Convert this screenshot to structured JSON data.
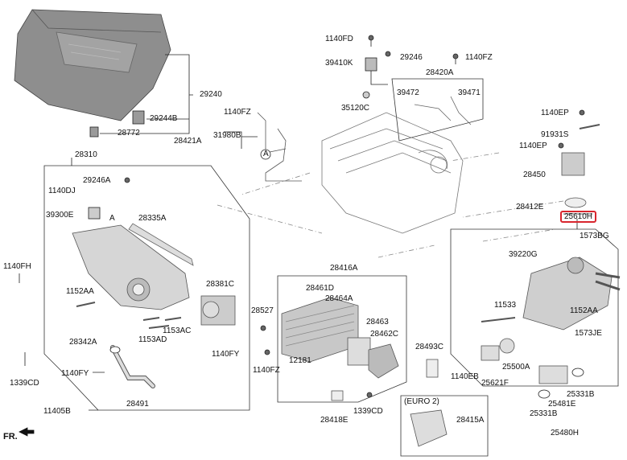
{
  "diagram": {
    "highlight_color": "#d8262e",
    "labels": {
      "p29240": "29240",
      "p29244B": "29244B",
      "p28772": "28772",
      "p1140FD": "1140FD",
      "p39410K": "39410K",
      "p29246": "29246",
      "p1140FZ_a": "1140FZ",
      "p28420A": "28420A",
      "p39472": "39472",
      "p39471": "39471",
      "p35120C": "35120C",
      "p1140FZ_b": "1140FZ",
      "p28421A": "28421A",
      "p31980B": "31980B",
      "p28310": "28310",
      "p29246A": "29246A",
      "p1140DJ": "1140DJ",
      "p39300E": "39300E",
      "p28335A": "28335A",
      "p1140FH": "1140FH",
      "p1152AA_a": "1152AA",
      "p28381C": "28381C",
      "p1153AC": "1153AC",
      "p1153AD": "1153AD",
      "p28342A": "28342A",
      "p1140FY_a": "1140FY",
      "p1140FY_b": "1140FY",
      "p1339CD_a": "1339CD",
      "p28491": "28491",
      "p11405B": "11405B",
      "p28416A": "28416A",
      "p28461D": "28461D",
      "p28464A": "28464A",
      "p28527": "28527",
      "p28463": "28463",
      "p28462C": "28462C",
      "p1140FZ_c": "1140FZ",
      "p12181": "12181",
      "p28493C": "28493C",
      "p28418E": "28418E",
      "p1339CD_b": "1339CD",
      "p1140EP_a": "1140EP",
      "p91931S": "91931S",
      "p1140EP_b": "1140EP",
      "p28450": "28450",
      "p28412E": "28412E",
      "p25610H": "25610H",
      "p1573BG": "1573BG",
      "p39220G": "39220G",
      "p11533": "11533",
      "p1152AA_b": "1152AA",
      "p1573JE": "1573JE",
      "p1140EB": "1140EB",
      "p25500A": "25500A",
      "p25621F": "25621F",
      "p25331B_a": "25331B",
      "p25481E": "25481E",
      "p25331B_b": "25331B",
      "p25480H": "25480H",
      "p28415A": "28415A",
      "euro2": "(EURO 2)",
      "ref_a1": "A",
      "ref_a2": "A",
      "fr": "FR."
    }
  }
}
